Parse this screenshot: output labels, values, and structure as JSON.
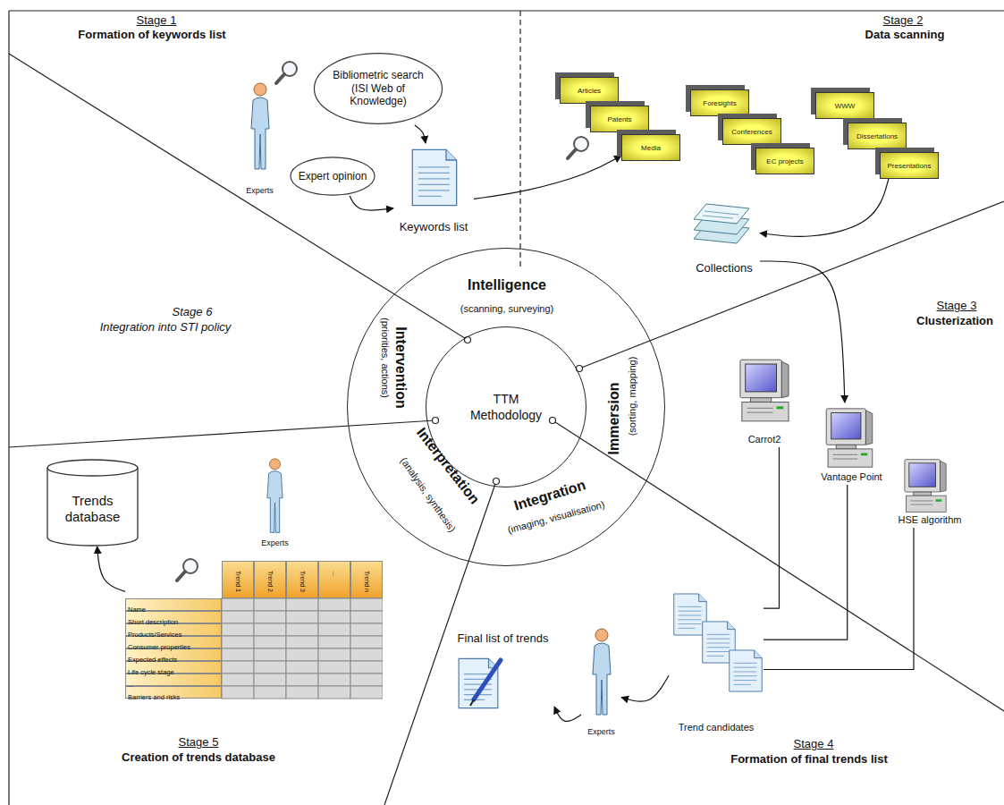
{
  "diagram": {
    "nodes": [
      {
        "text": [
          "Experts"
        ]
      },
      {
        "text": [
          "Bibliometric search (ISI Web of Knowledge)"
        ]
      },
      {
        "text": [
          "Expert opinion"
        ]
      },
      {
        "text": [
          "Keywords list"
        ]
      },
      {
        "text": [
          "Articles"
        ]
      },
      {
        "text": [
          "Patents"
        ]
      },
      {
        "text": [
          "Media"
        ]
      },
      {
        "text": [
          "Foresights"
        ]
      },
      {
        "text": [
          "Conferences"
        ]
      },
      {
        "text": [
          "EC projects"
        ]
      },
      {
        "text": [
          "WWW"
        ]
      },
      {
        "text": [
          "Dissertations"
        ]
      },
      {
        "text": [
          "Presentations"
        ]
      },
      {
        "text": [
          "Collections"
        ]
      },
      {
        "text": [
          "Intelligence",
          "(scanning, surveying)",
          "Immersion",
          "(sorting, mapping)",
          "Integration",
          "(imaging, visualisation)",
          "Interpretation",
          "(analysis, synthesis)",
          "Intervention",
          "(priorities, actions)"
        ]
      },
      {
        "text": [
          "TTM Methodology"
        ],
        "in": 14
      },
      {
        "text": [
          "Carrot2"
        ]
      },
      {
        "text": [
          "Vantage Point"
        ]
      },
      {
        "text": [
          "HSE algorithm"
        ]
      },
      {
        "text": [
          "Trend candidates"
        ]
      },
      {
        "text": [
          "Experts"
        ]
      },
      {
        "text": [
          "Final list of trends"
        ]
      },
      {
        "text": [
          "Experts"
        ]
      },
      {
        "text": [
          "Trends database"
        ]
      },
      {
        "text": [
          "Trend 1",
          "Trend 2",
          "Trend 3",
          "...",
          "Trend n",
          "Name",
          "Short description",
          "Products/Services",
          "Consumer properties",
          "Expected effects",
          "Life cycle stage",
          "...",
          "Barriers and risks"
        ]
      }
    ],
    "edges": [
      {
        "from": 1,
        "to": 3,
        "arrow": "to"
      },
      {
        "from": 2,
        "to": 3,
        "arrow": "to"
      },
      {
        "from": 3,
        "to": 6,
        "arrow": "to"
      },
      {
        "from": 12,
        "to": 13,
        "arrow": "to"
      },
      {
        "from": 13,
        "to": 17,
        "arrow": "to"
      },
      {
        "from": 16,
        "to": 19,
        "arrow": "none"
      },
      {
        "from": 17,
        "to": 19,
        "arrow": "none"
      },
      {
        "from": 18,
        "to": 19,
        "arrow": "none"
      },
      {
        "from": 19,
        "to": 20,
        "arrow": "to"
      },
      {
        "from": 20,
        "to": 21,
        "arrow": "to"
      },
      {
        "from": 24,
        "to": 23,
        "arrow": "to"
      }
    ],
    "labels": [
      "Stage 1",
      "Formation of keywords list",
      "Stage 2",
      "Data scanning",
      "Stage 3",
      "Clusterization",
      "Stage 4",
      "Formation of final trends list",
      "Stage 5",
      "Creation of trends database",
      "Stage 6",
      "Integration into STI policy"
    ]
  }
}
